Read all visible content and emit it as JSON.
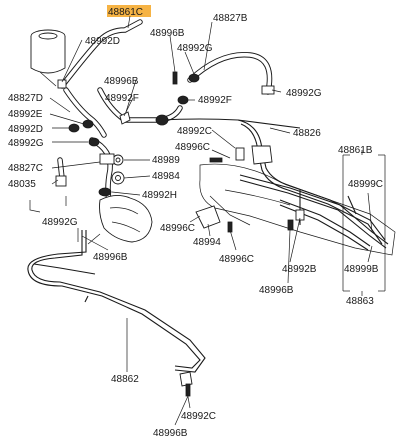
{
  "highlight_color": "#f5a623",
  "highlighted_label": "48861C",
  "labels": {
    "l48861c": "48861C",
    "l48827b": "48827B",
    "l48992d_a": "48992D",
    "l48996b_a": "48996B",
    "l48992g_a": "48992G",
    "l48996b_b": "48996B",
    "l48992g_b": "48992G",
    "l48827d": "48827D",
    "l48992f_a": "48992F",
    "l48992f_b": "48992F",
    "l48992e": "48992E",
    "l48992d_b": "48992D",
    "l48992c_a": "48992C",
    "l48826": "48826",
    "l48992g_c": "48992G",
    "l48861b": "48861B",
    "l48827c": "48827C",
    "l48989": "48989",
    "l48996c_a": "48996C",
    "l48984": "48984",
    "l48999c": "48999C",
    "l48035": "48035",
    "l48992h": "48992H",
    "l48992g_d": "48992G",
    "l48996c_b": "48996C",
    "l48994": "48994",
    "l48996b_c": "48996B",
    "l48996c_c": "48996C",
    "l48992b": "48992B",
    "l48999b": "48999B",
    "l48996b_d": "48996B",
    "l48863": "48863",
    "l48862": "48862",
    "l48992c_b": "48992C",
    "l48996b_e": "48996B"
  }
}
